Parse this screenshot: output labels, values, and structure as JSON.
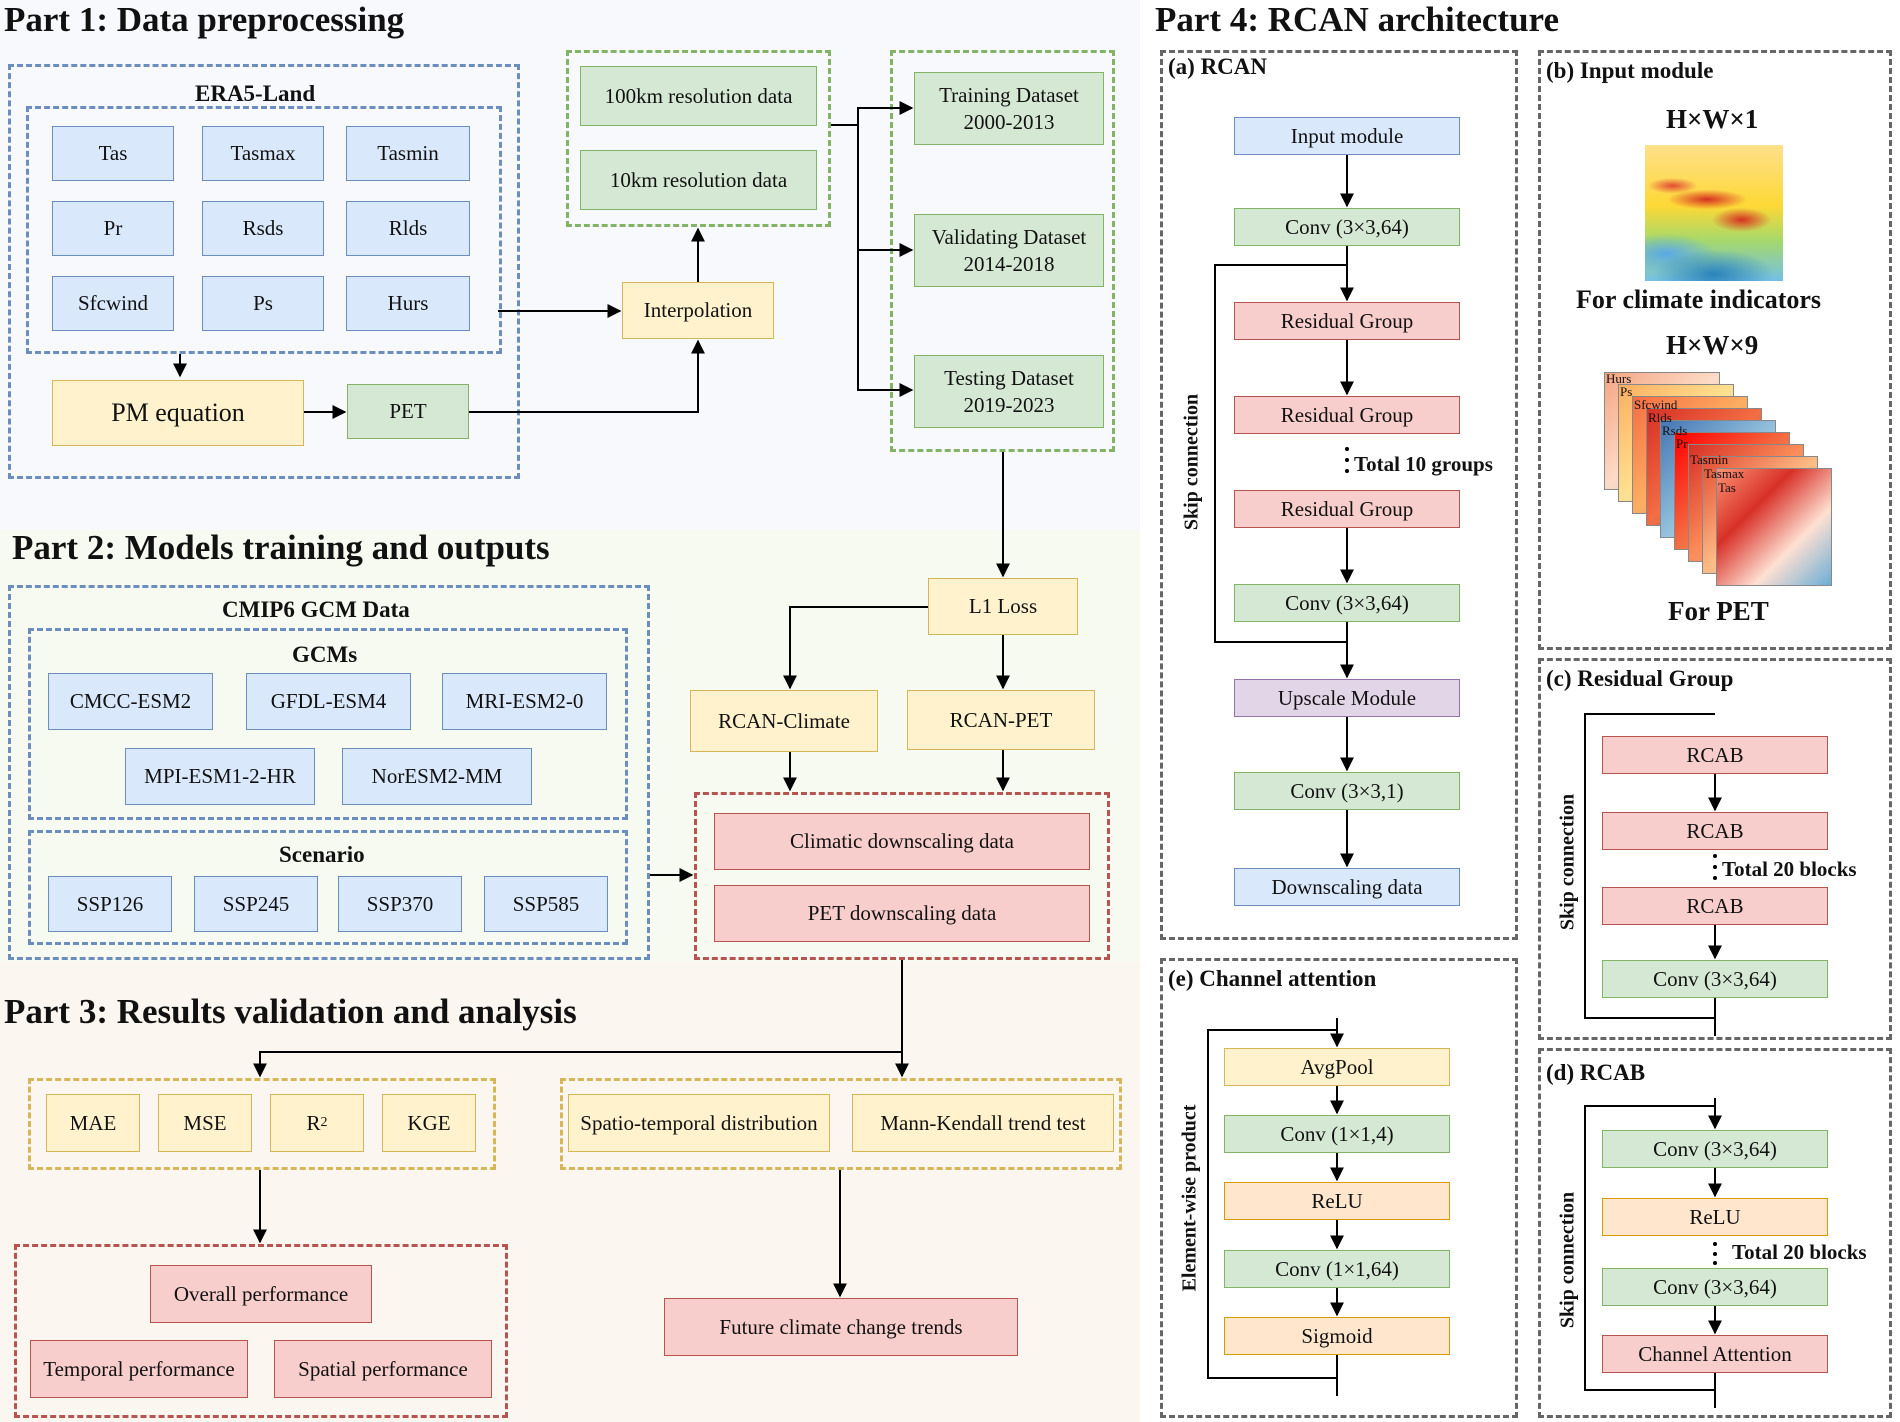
{
  "part1": {
    "title": "Part 1: Data preprocessing",
    "era5_title": "ERA5-Land",
    "variables": [
      "Tas",
      "Tasmax",
      "Tasmin",
      "Pr",
      "Rsds",
      "Rlds",
      "Sfcwind",
      "Ps",
      "Hurs"
    ],
    "pm_equation": "PM equation",
    "pet": "PET",
    "interpolation": "Interpolation",
    "res100": "100km resolution data",
    "res10": "10km resolution data",
    "training": [
      "Training Dataset",
      "2000-2013"
    ],
    "validating": [
      "Validating Dataset",
      "2014-2018"
    ],
    "testing": [
      "Testing Dataset",
      "2019-2023"
    ]
  },
  "part2": {
    "title": "Part 2: Models training and outputs",
    "cmip_title": "CMIP6 GCM Data",
    "gcms_title": "GCMs",
    "gcms": [
      "CMCC-ESM2",
      "GFDL-ESM4",
      "MRI-ESM2-0",
      "MPI-ESM1-2-HR",
      "NorESM2-MM"
    ],
    "scenario_title": "Scenario",
    "scenarios": [
      "SSP126",
      "SSP245",
      "SSP370",
      "SSP585"
    ],
    "l1_loss": "L1 Loss",
    "rcan_climate": "RCAN-Climate",
    "rcan_pet": "RCAN-PET",
    "climatic_out": "Climatic downscaling data",
    "pet_out": "PET downscaling data"
  },
  "part3": {
    "title": "Part 3: Results validation and analysis",
    "metrics": [
      "MAE",
      "MSE",
      "R",
      "KGE"
    ],
    "r2_sup": "2",
    "overall": "Overall performance",
    "temporal": "Temporal performance",
    "spatial": "Spatial performance",
    "spatio_temporal": "Spatio-temporal distribution",
    "mann_kendall": "Mann-Kendall trend test",
    "future": "Future climate change trends"
  },
  "part4": {
    "title": "Part 4: RCAN architecture",
    "rcan": {
      "title": "(a) RCAN",
      "input": "Input module",
      "conv1": "Conv (3×3,64)",
      "rg": "Residual Group",
      "total": "Total 10 groups",
      "conv2": "Conv (3×3,64)",
      "upscale": "Upscale Module",
      "conv3": "Conv (3×3,1)",
      "output": "Downscaling data",
      "skip": "Skip connection"
    },
    "input_module": {
      "title": "(b) Input module",
      "dims1": "H×W×1",
      "for_climate": "For climate indicators",
      "dims9": "H×W×9",
      "for_pet": "For PET",
      "stack_labels": [
        "Hurs",
        "Ps",
        "Sfcwind",
        "Rlds",
        "Rsds",
        "Pr",
        "Tasmin",
        "Tasmax",
        "Tas"
      ]
    },
    "residual_group": {
      "title": "(c) Residual Group",
      "rcab": "RCAB",
      "total": "Total 20 blocks",
      "conv": "Conv (3×3,64)",
      "skip": "Skip connection"
    },
    "rcab": {
      "title": "(d) RCAB",
      "conv1": "Conv (3×3,64)",
      "relu": "ReLU",
      "total": "Total 20 blocks",
      "conv2": "Conv (3×3,64)",
      "ca": "Channel Attention",
      "skip": "Skip connection"
    },
    "channel_attention": {
      "title": "(e) Channel attention",
      "avgpool": "AvgPool",
      "conv1": "Conv (1×1,4)",
      "relu": "ReLU",
      "conv2": "Conv (1×1,64)",
      "sigmoid": "Sigmoid",
      "side": "Element-wise product"
    }
  }
}
